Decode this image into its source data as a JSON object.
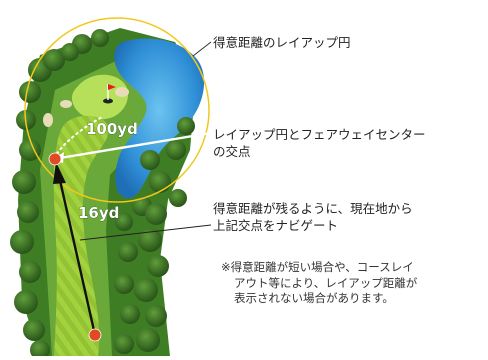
{
  "labels": {
    "layup_circle": "得意距離のレイアップ円",
    "intersection_line1": "レイアップ円とフェアウェイセンター",
    "intersection_line2": "の交点",
    "navigate_line1": "得意距離が残るように、現在地から",
    "navigate_line2": "上記交点をナビゲート",
    "note_line1": "※得意距離が短い場合や、コースレイ",
    "note_line2": "アウト等により、レイアップ距離が",
    "note_line3": "表示されない場合があります。"
  },
  "map": {
    "layup_distance": "100yd",
    "current_distance": "16yd"
  },
  "colors": {
    "circle": "#f2c81c",
    "marker": "#e04b26",
    "arrow_dark": "#111111",
    "arrow_white": "#ffffff",
    "fairway": "#9ccd3a",
    "green": "#b6e05a",
    "water": "#2f8fd6",
    "trees": "#2f6b1c"
  },
  "icons": {
    "flag": "pin-flag-icon"
  }
}
